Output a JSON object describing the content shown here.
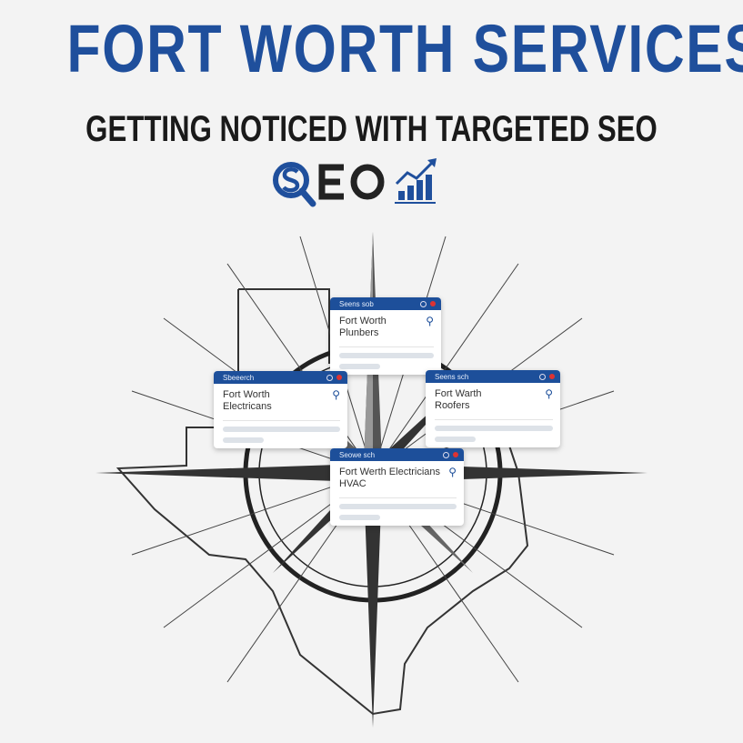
{
  "title": "FORT WORTH SERVICES",
  "subtitle": "GETTING NOTICED WITH TARGETED SEO",
  "logo": {
    "text": "SEO",
    "icons": [
      "magnifier-icon",
      "bar-chart-arrow-icon"
    ]
  },
  "colors": {
    "brand": "#1f4f9c",
    "alert": "#d33333"
  },
  "cards": [
    {
      "bar_label": "Seens sob",
      "query": "Fort Worth Plunbers"
    },
    {
      "bar_label": "Sbeeerch",
      "query": "Fort Worth Electricans"
    },
    {
      "bar_label": "Seens sch",
      "query": "Fort Warth Roofers"
    },
    {
      "bar_label": "Seowe sch",
      "query": "Fort Werth Electricians HVAC"
    }
  ]
}
